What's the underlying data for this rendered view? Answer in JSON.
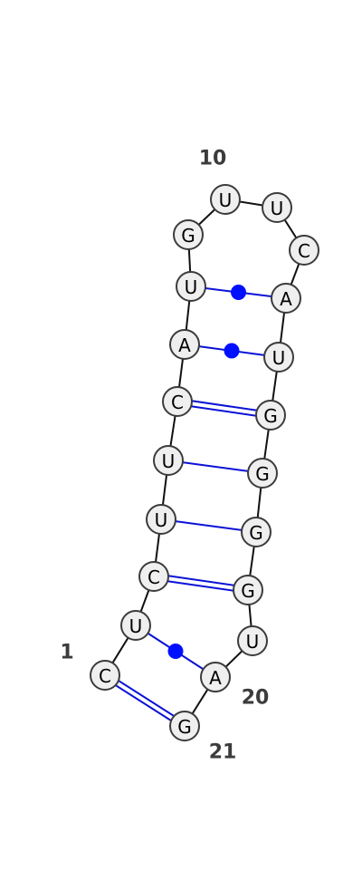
{
  "structure": {
    "sequence": [
      "C",
      "U",
      "C",
      "U",
      "U",
      "C",
      "A",
      "U",
      "G",
      "U",
      "U",
      "C",
      "A",
      "U",
      "G",
      "G",
      "G",
      "G",
      "U",
      "A",
      "G"
    ],
    "pairs": [
      {
        "i": 1,
        "j": 21,
        "type": "canonical"
      },
      {
        "i": 2,
        "j": 20,
        "type": "wobble"
      },
      {
        "i": 3,
        "j": 18,
        "type": "canonical"
      },
      {
        "i": 4,
        "j": 17,
        "type": "single"
      },
      {
        "i": 5,
        "j": 16,
        "type": "single"
      },
      {
        "i": 6,
        "j": 15,
        "type": "canonical"
      },
      {
        "i": 7,
        "j": 14,
        "type": "wobble"
      },
      {
        "i": 8,
        "j": 13,
        "type": "wobble"
      }
    ]
  },
  "position_labels": [
    {
      "pos": 1,
      "text": "1"
    },
    {
      "pos": 10,
      "text": "10"
    },
    {
      "pos": 20,
      "text": "20"
    },
    {
      "pos": 21,
      "text": "21"
    }
  ],
  "colors": {
    "pair_line": "#0a12d6",
    "wobble_dot": "#0010ff",
    "nucleotide_fill": "#efefef",
    "nucleotide_stroke": "#3c3c3c",
    "label_text": "#3c3c3c"
  }
}
